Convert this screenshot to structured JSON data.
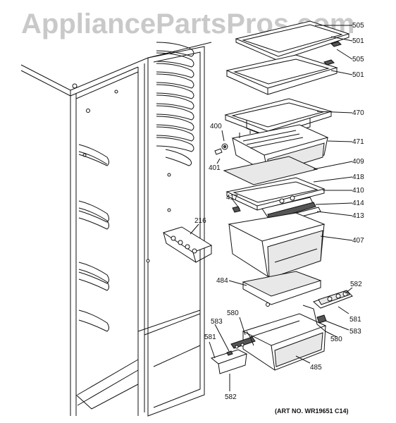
{
  "watermark": "AppliancePartsPros.com",
  "art_number": "(ART NO. WR19651 C14)",
  "part_labels": {
    "p505_top": "505",
    "p501_top": "501",
    "p505_mid": "505",
    "p501_mid": "501",
    "p470": "470",
    "p471": "471",
    "p400": "400",
    "p401": "401",
    "p409": "409",
    "p418": "418",
    "p410": "410",
    "p417": "417",
    "p414": "414",
    "p413": "413",
    "p216": "216",
    "p407": "407",
    "p484": "484",
    "p582_right": "582",
    "p580_top": "580",
    "p581_right": "581",
    "p583_left": "583",
    "p583_right": "583",
    "p581_left": "581",
    "p580_right": "580",
    "p485": "485",
    "p582_bottom": "582"
  }
}
